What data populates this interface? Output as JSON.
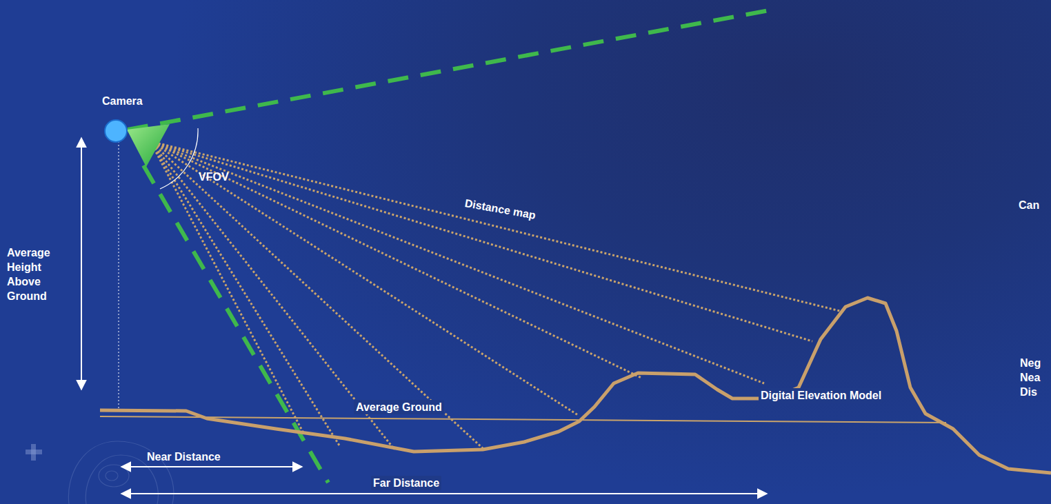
{
  "diagram": {
    "labels": [
      "Camera",
      "Average Height Above Ground",
      "VFOV",
      "Distance map",
      "Digital Elevation Model",
      "Average Ground",
      "Near Distance",
      "Far Distance",
      "Can",
      "Neg Nea Dis"
    ]
  }
}
